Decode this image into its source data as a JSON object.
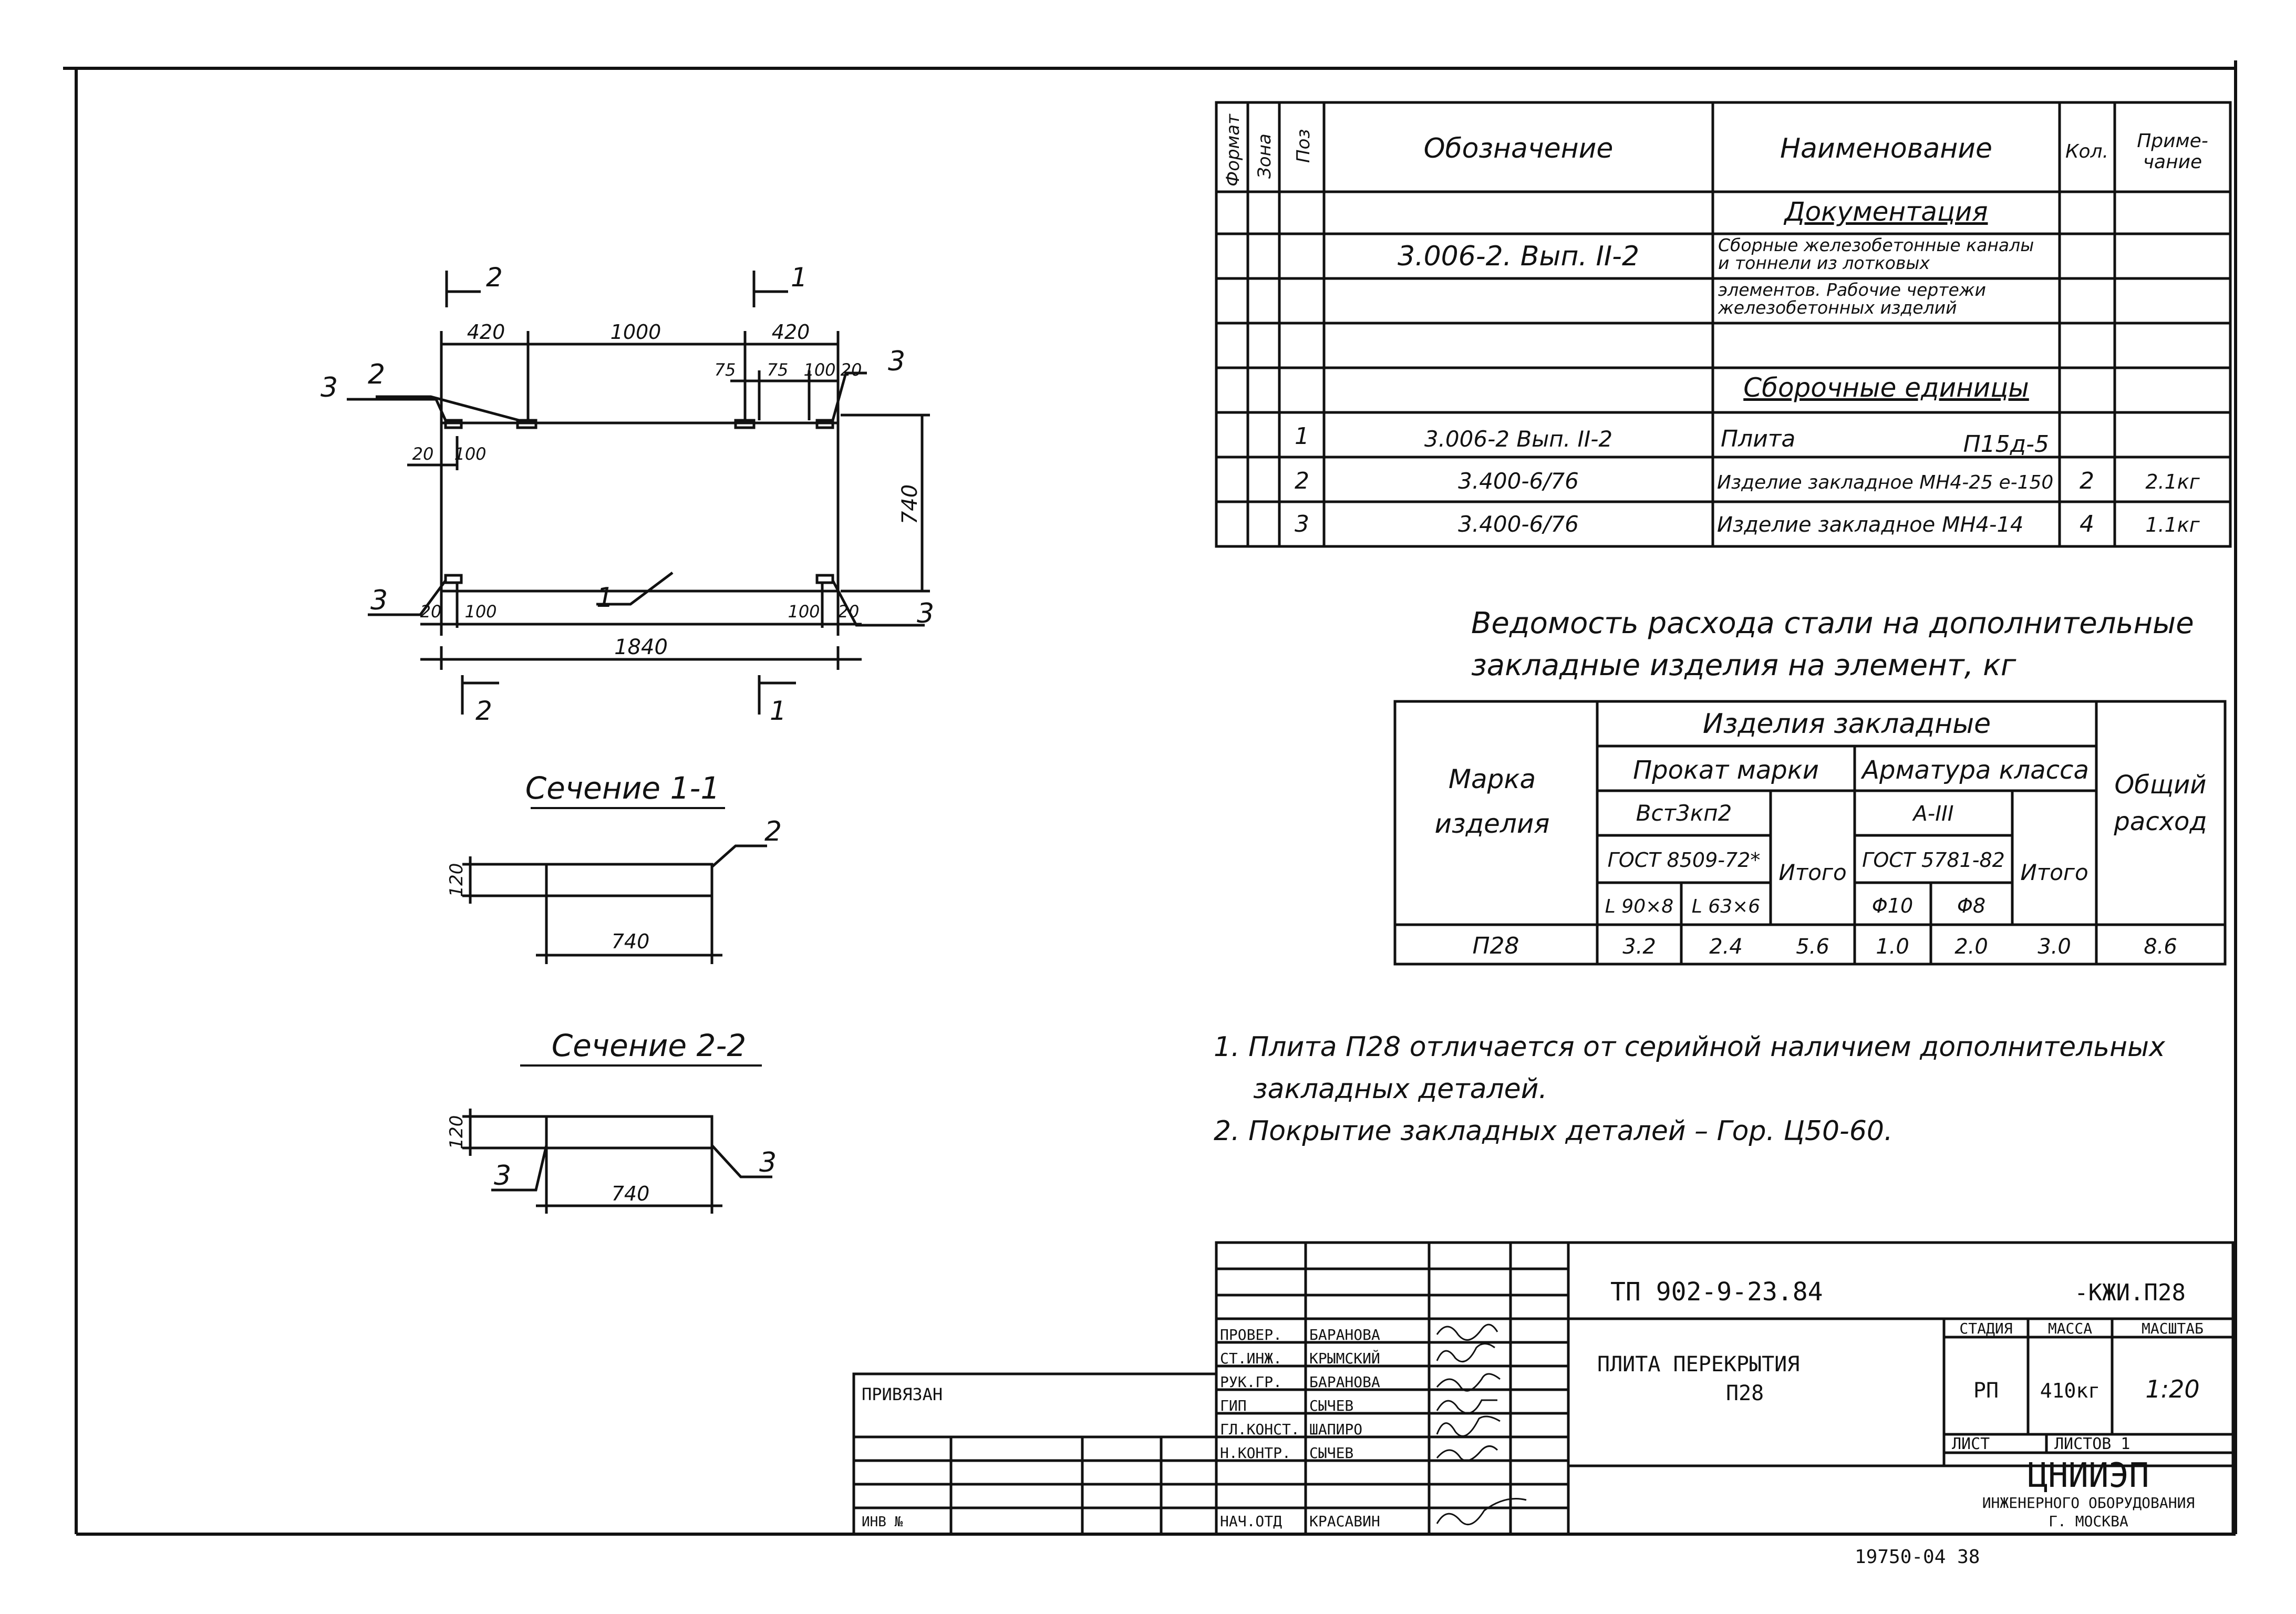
{
  "spec_table": {
    "headers": {
      "format": "Формат",
      "zone": "Зона",
      "pos": "Поз",
      "designation": "Обозначение",
      "name": "Наименование",
      "qty": "Кол.",
      "note_1": "Приме-",
      "note_2": "чание"
    },
    "section_docs": "Документация",
    "doc_designation": "3.006-2. Вып. II-2",
    "doc_name_lines": [
      "Сборные железобетонные каналы",
      "и тоннели из лотковых",
      "элементов. Рабочие чертежи",
      "железобетонных изделий"
    ],
    "section_assembly": "Сборочные единицы",
    "rows": [
      {
        "pos": "1",
        "designation": "3.006-2    Вып. II-2",
        "name": "Плита",
        "mark": "П15д-5",
        "qty": "",
        "note": ""
      },
      {
        "pos": "2",
        "designation": "3.400-6/76",
        "name": "Изделие закладное МН4-25 е-150",
        "mark": "",
        "qty": "2",
        "note": "2.1кг"
      },
      {
        "pos": "3",
        "designation": "3.400-6/76",
        "name": "Изделие закладное МН4-14",
        "mark": "",
        "qty": "4",
        "note": "1.1кг"
      }
    ]
  },
  "steel": {
    "title_1": "Ведомость расхода стали на дополнительные",
    "title_2": "закладные изделия на элемент, кг",
    "mark_1": "Марка",
    "mark_2": "изделия",
    "group": "Изделия закладные",
    "rolled": "Прокат марки",
    "rebar": "Арматура класса",
    "grade": "Вст3кп2",
    "gost_a": "ГОСТ 8509-72*",
    "rebar_class": "A-III",
    "gost_b": "ГОСТ 5781-82",
    "total": "Итого",
    "overall_1": "Общий",
    "overall_2": "расход",
    "prof1": "L 90×8",
    "prof2": "L 63×6",
    "d10": "Φ10",
    "d8": "Φ8",
    "row": {
      "mark": "П28",
      "v1": "3.2",
      "v2": "2.4",
      "t1": "5.6",
      "v3": "1.0",
      "v4": "2.0",
      "t2": "3.0",
      "all": "8.6"
    }
  },
  "notes": [
    "1. Плита П28 отличается от серийной наличием дополнительных",
    "закладных деталей.",
    "2. Покрытие закладных деталей – Гор. Ц50-60."
  ],
  "drawing": {
    "dims": {
      "d420a": "420",
      "d1000": "1000",
      "d420b": "420",
      "d75a": "75",
      "d75b": "75",
      "d100a": "100",
      "d20a": "20",
      "d20b": "20",
      "d100b": "100",
      "d740": "740",
      "d20c": "20",
      "d100c": "100",
      "d100d": "100",
      "d20d": "20",
      "d1840": "1840",
      "s1_h": "120",
      "s1_w": "740",
      "s2_h": "120",
      "s2_w": "740"
    },
    "cut_1": "1",
    "cut_2": "2",
    "leader_1": "1",
    "leader_2": "2",
    "leader_3": "3",
    "section_1": "Сечение 1-1",
    "section_2": "Сечение 2-2"
  },
  "title_block": {
    "code": "ТП 902-9-23.84",
    "suffix": "-КЖИ.П28",
    "name_1": "ПЛИТА    ПЕРЕКРЫТИЯ",
    "name_2": "П28",
    "stage_h": "СТАДИЯ",
    "mass_h": "МАССА",
    "scale_h": "МАСШТАБ",
    "stage": "РП",
    "mass": "410кг",
    "scale": "1:20",
    "sheet": "ЛИСТ",
    "sheets": "ЛИСТОВ 1",
    "org": "ЦНИИЭП",
    "org_2": "ИНЖЕНЕРНОГО ОБОРУДОВАНИЯ",
    "org_3": "Г. МОСКВА",
    "privyazan": "ПРИВЯЗАН",
    "inv": "ИНВ №",
    "roles": [
      "ПРОВЕР.",
      "СТ.ИНЖ.",
      "РУК.ГР.",
      "ГИП",
      "ГЛ.КОНСТ.",
      "Н.КОНТР.",
      "НАЧ.ОТД"
    ],
    "names": [
      "БАРАНОВА",
      "КРЫМСКИЙ",
      "БАРАНОВА",
      "СЫЧЕВ",
      "ШАПИРО",
      "СЫЧЕВ",
      "КРАСАВИН"
    ],
    "footer": "19750-04    38"
  }
}
